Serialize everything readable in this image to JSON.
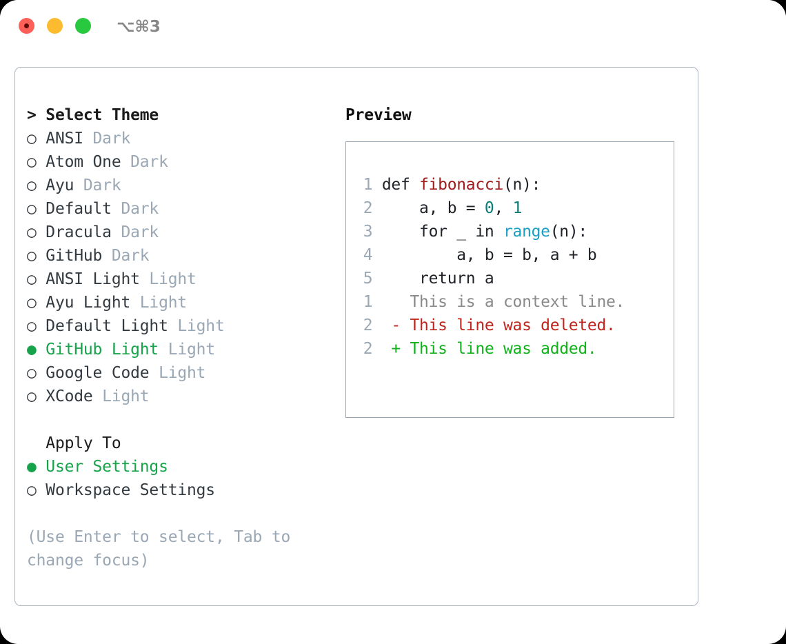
{
  "window": {
    "shortcut": "⌥⌘3",
    "traffic_lights": [
      "close-red",
      "minimize-amber",
      "zoom-green"
    ]
  },
  "theme_list": {
    "header": "> Select Theme",
    "bullet_selected": "●",
    "bullet_unselected": "○",
    "items": [
      {
        "name": "ANSI",
        "tag": "Dark",
        "selected": false
      },
      {
        "name": "Atom One",
        "tag": "Dark",
        "selected": false
      },
      {
        "name": "Ayu",
        "tag": "Dark",
        "selected": false
      },
      {
        "name": "Default",
        "tag": "Dark",
        "selected": false
      },
      {
        "name": "Dracula",
        "tag": "Dark",
        "selected": false
      },
      {
        "name": "GitHub",
        "tag": "Dark",
        "selected": false
      },
      {
        "name": "ANSI Light",
        "tag": "Light",
        "selected": false
      },
      {
        "name": "Ayu Light",
        "tag": "Light",
        "selected": false
      },
      {
        "name": "Default Light",
        "tag": "Light",
        "selected": false
      },
      {
        "name": "GitHub Light",
        "tag": "Light",
        "selected": true
      },
      {
        "name": "Google Code",
        "tag": "Light",
        "selected": false
      },
      {
        "name": "XCode",
        "tag": "Light",
        "selected": false
      }
    ]
  },
  "apply_to": {
    "header": "  Apply To",
    "items": [
      {
        "name": "User Settings",
        "selected": true
      },
      {
        "name": "Workspace Settings",
        "selected": false
      }
    ]
  },
  "hint": "(Use Enter to select, Tab to change focus)",
  "preview": {
    "title": "Preview",
    "code_lines": [
      {
        "num": "1",
        "tokens": [
          {
            "t": "def ",
            "c": "plain"
          },
          {
            "t": "fibonacci",
            "c": "fn"
          },
          {
            "t": "(n):",
            "c": "plain"
          }
        ]
      },
      {
        "num": "2",
        "tokens": [
          {
            "t": "    a, b = ",
            "c": "plain"
          },
          {
            "t": "0",
            "c": "num"
          },
          {
            "t": ", ",
            "c": "plain"
          },
          {
            "t": "1",
            "c": "num"
          }
        ]
      },
      {
        "num": "3",
        "tokens": [
          {
            "t": "    for _ in ",
            "c": "plain"
          },
          {
            "t": "range",
            "c": "call"
          },
          {
            "t": "(n):",
            "c": "plain"
          }
        ]
      },
      {
        "num": "4",
        "tokens": [
          {
            "t": "        a, b = b, a + b",
            "c": "plain"
          }
        ]
      },
      {
        "num": "5",
        "tokens": [
          {
            "t": "    return a",
            "c": "plain"
          }
        ]
      }
    ],
    "diff_lines": [
      {
        "num": "1",
        "marker": "  ",
        "text": "This is a context line.",
        "kind": "ctx"
      },
      {
        "num": "2",
        "marker": "- ",
        "text": "This line was deleted.",
        "kind": "del"
      },
      {
        "num": "2",
        "marker": "+ ",
        "text": "This line was added.",
        "kind": "add"
      }
    ]
  },
  "colors": {
    "accent_green": "#16a34a",
    "muted": "#9aa7b4",
    "border": "#aab3bf",
    "diff_add": "#12b21a",
    "diff_del": "#c0251d",
    "syntax_fn": "#a01c1c",
    "syntax_num": "#0a7d77",
    "syntax_call": "#1a9fc4"
  }
}
